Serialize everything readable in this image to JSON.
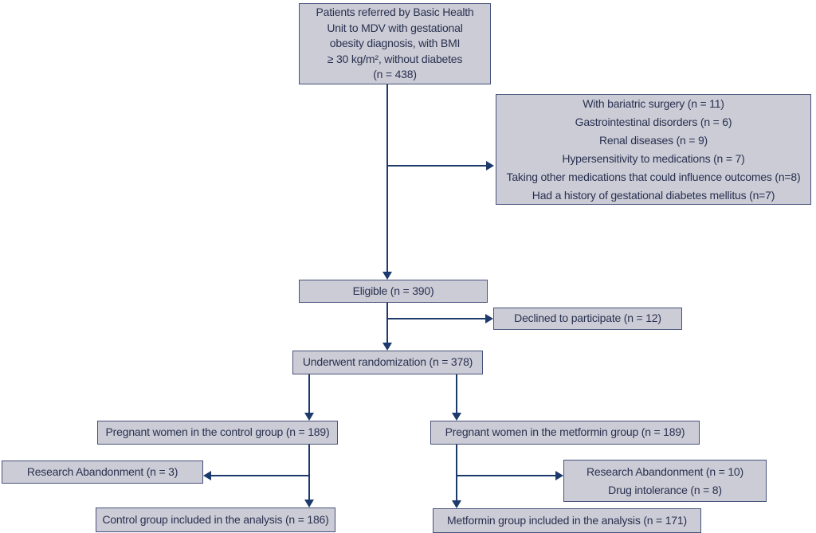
{
  "diagram_type": "patient-flow-chart",
  "colors": {
    "box_fill": "#cbccd6",
    "box_border": "#47517a",
    "arrow": "#1d3a6d",
    "text": "#2a3150",
    "background": "#ffffff"
  },
  "boxes": {
    "referred": {
      "text": "Patients referred by Basic Health\nUnit to MDV with gestational\nobesity diagnosis, with BMI\n≥ 30 kg/m², without diabetes\n(n = 438)",
      "n": 438
    },
    "exclusions": {
      "text": "With bariatric surgery (n = 11)\nGastrointestinal disorders (n = 6)\nRenal diseases (n = 9)\nHypersensitivity to medications (n = 7)\nTaking other medications that could influence outcomes (n=8)\nHad a history of gestational diabetes mellitus (n=7)",
      "items": [
        {
          "label": "With bariatric surgery",
          "n": 11
        },
        {
          "label": "Gastrointestinal disorders",
          "n": 6
        },
        {
          "label": "Renal diseases",
          "n": 9
        },
        {
          "label": "Hypersensitivity to medications",
          "n": 7
        },
        {
          "label": "Taking other medications that could influence outcomes",
          "n": 8
        },
        {
          "label": "Had a history of gestational diabetes mellitus",
          "n": 7
        }
      ]
    },
    "eligible": {
      "text": "Eligible (n = 390)",
      "n": 390
    },
    "declined": {
      "text": "Declined to participate (n = 12)",
      "n": 12
    },
    "randomized": {
      "text": "Underwent randomization (n = 378)",
      "n": 378
    },
    "control_group": {
      "text": "Pregnant women in the control group (n = 189)",
      "n": 189
    },
    "metformin_group": {
      "text": "Pregnant women in the metformin group (n = 189)",
      "n": 189
    },
    "control_abandonment": {
      "text": "Research Abandonment (n = 3)",
      "n": 3
    },
    "metformin_abandonment": {
      "text": "Research Abandonment (n = 10)\nDrug intolerance (n = 8)",
      "items": [
        {
          "label": "Research Abandonment",
          "n": 10
        },
        {
          "label": "Drug intolerance",
          "n": 8
        }
      ]
    },
    "control_included": {
      "text": "Control group included in the analysis (n = 186)",
      "n": 186
    },
    "metformin_included": {
      "text": "Metformin group included in the analysis (n = 171)",
      "n": 171
    }
  }
}
